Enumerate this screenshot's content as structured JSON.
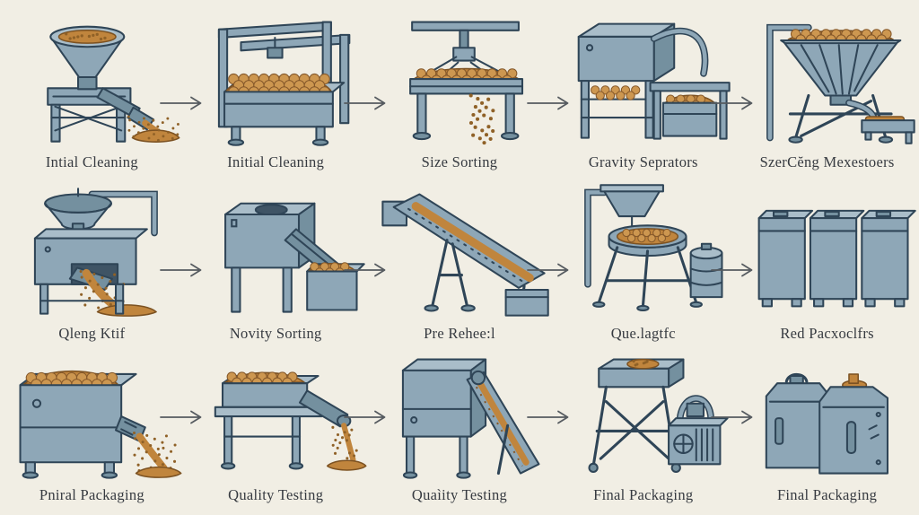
{
  "diagram": {
    "background": "#f1eee4",
    "label_color": "#363a40",
    "machine_color": "#8ea7b7",
    "outline_color": "#2f4557",
    "grain_color": "#c0853d",
    "arrow_color": "#565b60"
  },
  "rows": [
    {
      "cells": [
        {
          "label": "Intial Cleaning",
          "machine": "funnel-hopper-cleaner"
        },
        {
          "label": "Initial Cleaning",
          "machine": "soaking-bin-frame"
        },
        {
          "label": "Size Sorting",
          "machine": "vibrating-screen-table"
        },
        {
          "label": "Gravity Seprators",
          "machine": "gravity-separator-cabinet"
        },
        {
          "label": "SzerCĕng Mexestoers",
          "machine": "bulk-hopper-feeder"
        }
      ]
    },
    {
      "cells": [
        {
          "label": "Qleng Ktif",
          "machine": "milling-box-with-bowl"
        },
        {
          "label": "Novity Sorting",
          "machine": "sorting-chute-box"
        },
        {
          "label": "Pre Rehee:l",
          "machine": "inclined-conveyor"
        },
        {
          "label": "Que.lagtfc",
          "machine": "round-sieve-with-hopper"
        },
        {
          "label": "Red Pacxoclfrs",
          "machine": "storage-bins"
        }
      ]
    },
    {
      "cells": [
        {
          "label": "Pniral Packaging",
          "machine": "discharge-bin"
        },
        {
          "label": "Quality Testing",
          "machine": "testing-table-with-spout"
        },
        {
          "label": "Quaìity Testing",
          "machine": "cabinet-with-ramp-conveyor"
        },
        {
          "label": "Final Packaging",
          "machine": "packing-hopper-station"
        },
        {
          "label": "Final Packaging",
          "machine": "packaged-containers"
        }
      ]
    }
  ]
}
